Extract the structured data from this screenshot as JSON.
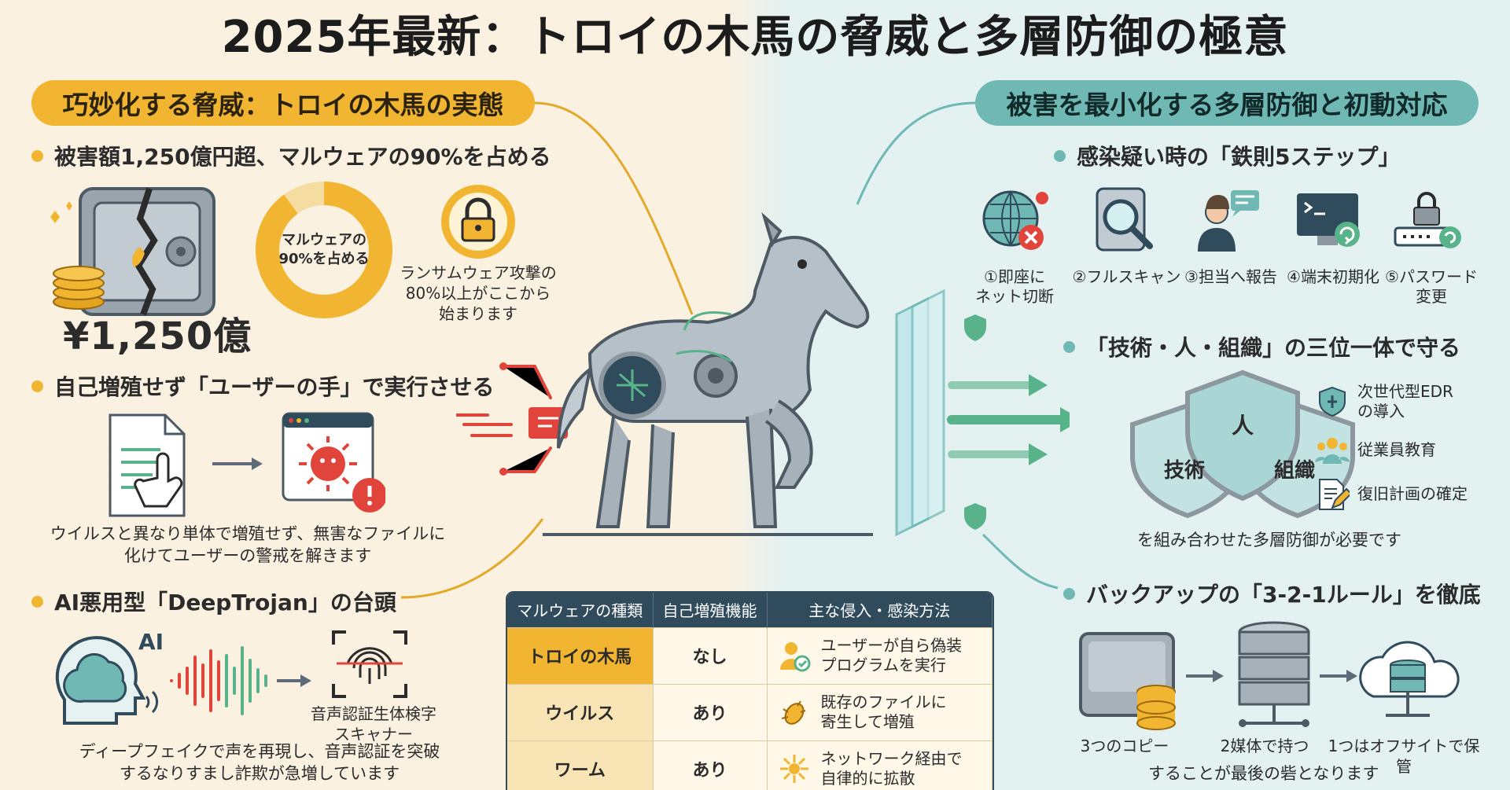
{
  "title": "2025年最新：トロイの木馬の脅威と多層防御の極意",
  "left": {
    "header": "巧妙化する脅威：トロイの木馬の実態",
    "b1": {
      "heading": "被害額1,250億円超、マルウェアの90%を占める",
      "amount": "¥1,250億",
      "ring_text_1": "マルウェアの",
      "ring_text_2": "90%を占める",
      "ring_percent": 90,
      "lock_text": [
        "ランサムウェア攻撃の",
        "80%以上がここから",
        "始まります"
      ]
    },
    "b2": {
      "heading": "自己増殖せず「ユーザーの手」で実行させる",
      "desc": [
        "ウイルスと異なり単体で増殖せず、無害なファイルに",
        "化けてユーザーの警戒を解きます"
      ]
    },
    "b3": {
      "heading": "AI悪用型「DeepTrojan」の台頭",
      "ai_label": "AI",
      "scanner_label": [
        "音声認証生体検字",
        "スキャナー"
      ],
      "desc": [
        "ディープフェイクで声を再現し、音声認証を突破",
        "するなりすまし詐欺が急増しています"
      ]
    }
  },
  "table": {
    "headers": [
      "マルウェアの種類",
      "自己増殖機能",
      "主な侵入・感染方法"
    ],
    "rows": [
      {
        "type": "トロイの木馬",
        "self": "なし",
        "method": [
          "ユーザーが自ら偽装",
          "プログラムを実行"
        ],
        "bg": "#f2b531"
      },
      {
        "type": "ウイルス",
        "self": "あり",
        "method": [
          "既存のファイルに",
          "寄生して増殖"
        ],
        "bg": "#f8e4b4"
      },
      {
        "type": "ワーム",
        "self": "あり",
        "method": [
          "ネットワーク経由で",
          "自律的に拡散"
        ],
        "bg": "#f8e4b4"
      }
    ]
  },
  "right": {
    "header": "被害を最小化する多層防御と初動対応",
    "b1": {
      "heading": "感染疑い時の「鉄則5ステップ」",
      "steps": [
        [
          "①即座に",
          "ネット切断"
        ],
        [
          "②フルスキャン"
        ],
        [
          "③担当へ報告"
        ],
        [
          "④端末初期化"
        ],
        [
          "⑤パスワード",
          "変更"
        ]
      ]
    },
    "b2": {
      "heading": "「技術・人・組織」の三位一体で守る",
      "shield_top": "人",
      "shield_left": "技術",
      "shield_right": "組織",
      "items": [
        [
          "次世代型EDR",
          "の導入"
        ],
        [
          "従業員教育"
        ],
        [
          "復旧計画の確定"
        ]
      ],
      "footer": "を組み合わせた多層防御が必要です"
    },
    "b3": {
      "heading": "バックアップの「3-2-1ルール」を徹底",
      "labels": [
        "3つのコピー",
        "2媒体で持つ",
        "1つはオフサイトで保管"
      ],
      "footer": "することが最後の砦となります"
    }
  },
  "colors": {
    "accent_yellow": "#f2b531",
    "accent_teal": "#6fb8b4",
    "navy": "#2f4b5c",
    "alert_red": "#e0443a"
  }
}
